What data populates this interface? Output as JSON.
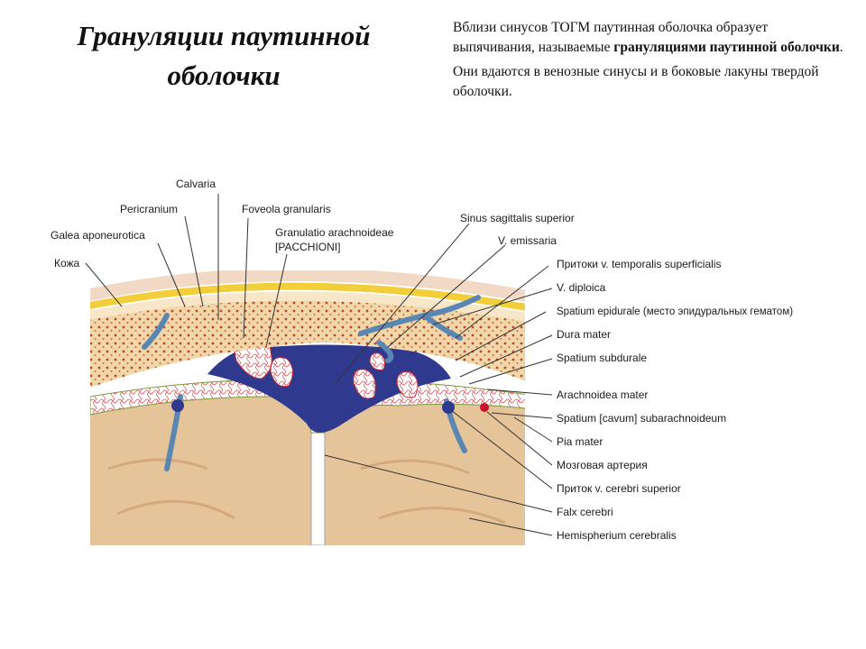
{
  "slide": {
    "title_line1": "Грануляции паутинной",
    "title_line2": "оболочки",
    "para1_part1": "Вблизи синусов ТОГМ паутинная оболочка образует выпячивания, называемые ",
    "para1_bold": "грануляциями паутинной оболочки",
    "para1_end": ".",
    "para2": "Они вдаются в венозные синусы и в боковые лакуны твердой оболочки."
  },
  "figure": {
    "labels_left": {
      "calvaria": "Calvaria",
      "pericranium": "Pericranium",
      "foveola": "Foveola granularis",
      "granulatio1": "Granulatio arachnoideae",
      "granulatio2": "[PACCHIONI]",
      "galea": "Galea aponeurotica",
      "kozha": "Кожа"
    },
    "labels_right": [
      "Sinus sagittalis superior",
      "V. emissaria",
      "Притоки v. temporalis superficialis",
      "V. diploica",
      "Spatium epidurale (место эпидуральных гематом)",
      "Dura mater",
      "Spatium subdurale",
      "Arachnoidea mater",
      "Spatium [cavum] subarachnoideum",
      "Pia mater",
      "Мозговая артерия",
      "Приток v. cerebri superior",
      "Falx cerebri",
      "Hemispherium cerebralis"
    ]
  }
}
